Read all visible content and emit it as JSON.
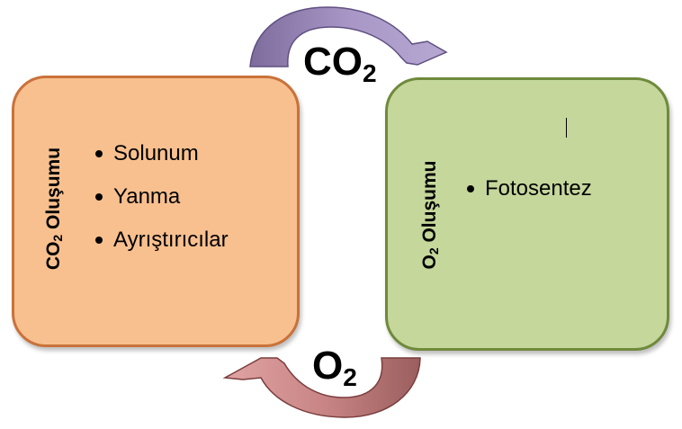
{
  "left_box": {
    "title_main": "CO",
    "title_sub": "2",
    "title_rest": " Oluşumu",
    "items": [
      "Solunum",
      "Yanma",
      "Ayrıştırıcılar"
    ]
  },
  "right_box": {
    "title_main": "O",
    "title_sub": "2",
    "title_rest": " Oluşumu",
    "items": [
      "Fotosentez"
    ]
  },
  "top_arrow": {
    "main": "CO",
    "sub": "2"
  },
  "bottom_arrow": {
    "main": "O",
    "sub": "2"
  },
  "colors": {
    "left_fill": "#f8c08f",
    "left_border": "#c9723a",
    "right_fill": "#c5d79b",
    "right_border": "#6f8a3c",
    "top_arrow": "#9b8bb8",
    "bottom_arrow": "#c98585"
  }
}
